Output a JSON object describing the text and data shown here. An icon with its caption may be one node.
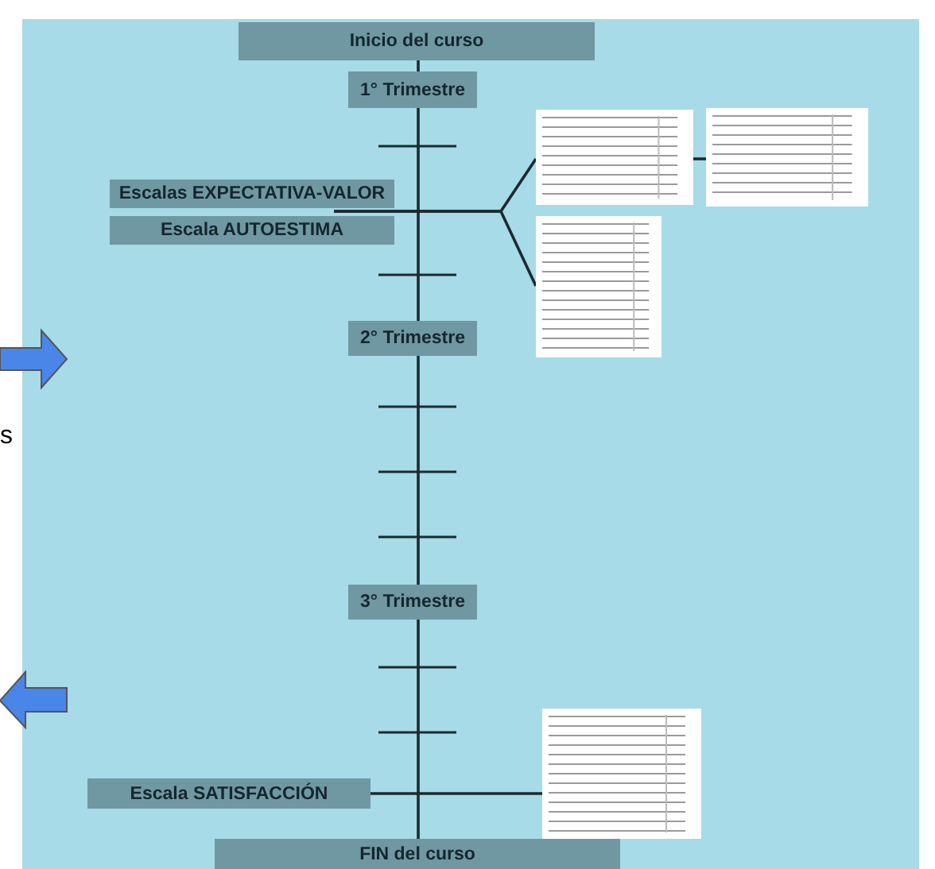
{
  "diagram": {
    "nodes": [
      {
        "text": [
          "Inicio del curso"
        ]
      },
      {
        "text": [
          "1° Trimestre"
        ]
      },
      {
        "text": [
          "Escalas EXPECTATIVA-VALOR"
        ]
      },
      {
        "text": [
          "Escala AUTOESTIMA"
        ]
      },
      {
        "text": [
          "2° Trimestre"
        ]
      },
      {
        "text": [
          "3° Trimestre"
        ]
      },
      {
        "text": [
          "Escala SATISFACCIÓN"
        ]
      },
      {
        "text": [
          "FIN del curso"
        ]
      },
      {
        "text": [],
        "shape": "picture"
      },
      {
        "text": [],
        "shape": "picture"
      },
      {
        "text": [],
        "shape": "picture"
      },
      {
        "text": [],
        "shape": "picture"
      }
    ],
    "edges": [
      {
        "from": 0,
        "to": 1,
        "arrow": "none"
      },
      {
        "from": 1,
        "to": 4,
        "arrow": "none"
      },
      {
        "from": 4,
        "to": 5,
        "arrow": "none"
      },
      {
        "from": 5,
        "to": 7,
        "arrow": "none"
      },
      {
        "from": 2,
        "to": 8,
        "arrow": "none"
      },
      {
        "from": 2,
        "to": 10,
        "arrow": "none"
      },
      {
        "from": 8,
        "to": 9,
        "arrow": "none"
      },
      {
        "from": 6,
        "to": 11,
        "arrow": "none"
      }
    ],
    "labels": [
      "s"
    ]
  }
}
